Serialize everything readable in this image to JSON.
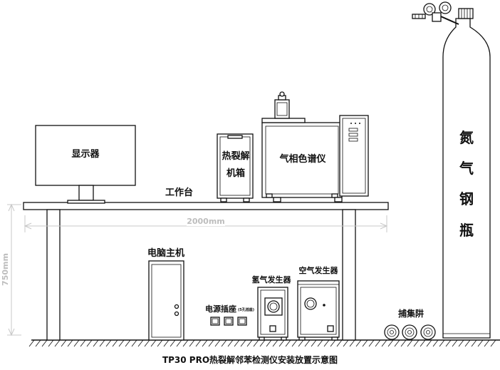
{
  "labels": {
    "monitor": "显示器",
    "workbench": "工作台",
    "thermal_box_line1": "热裂解",
    "thermal_box_line2": "机箱",
    "gc": "气相色谱仪",
    "pc_host": "电脑主机",
    "power_strip": "电源插座",
    "power_strip_note": "(5孔插座)",
    "hydrogen_gen": "氢气发生器",
    "air_gen": "空气发生器",
    "trap": "捕集阱",
    "cylinder_ch1": "氮",
    "cylinder_ch2": "气",
    "cylinder_ch3": "钢",
    "cylinder_ch4": "瓶"
  },
  "dimensions": {
    "width": "2000mm",
    "height": "750mm"
  },
  "caption": "TP30 PRO热裂解邻苯检测仪安装放置示意图",
  "colors": {
    "line": "#111111",
    "dimension": "#bdbdbd",
    "background": "#ffffff"
  }
}
